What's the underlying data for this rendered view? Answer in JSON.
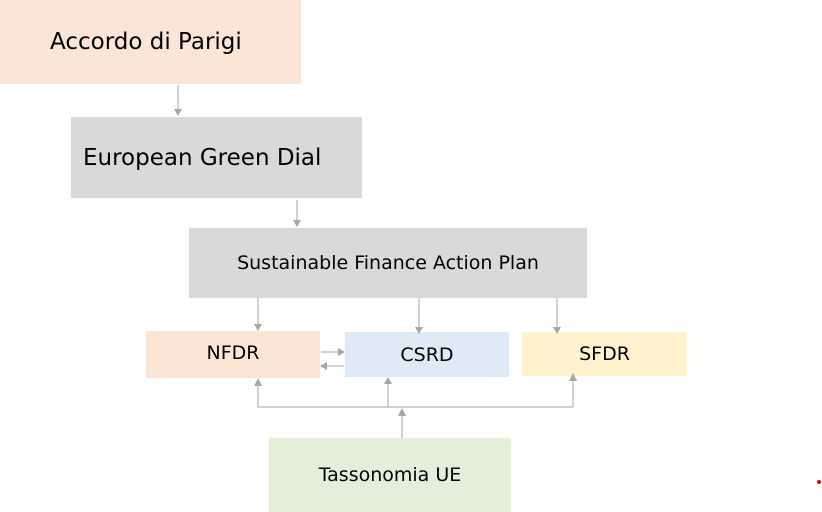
{
  "nodes": {
    "accordo": {
      "label": "Accordo di Parigi",
      "color": "#FBE5D6"
    },
    "egd": {
      "label": "European Green Dial",
      "color": "#D9D9D9"
    },
    "sfap": {
      "label": "Sustainable Finance Action Plan",
      "color": "#D9D9D9"
    },
    "nfdr": {
      "label": "NFDR",
      "color": "#FBE5D6"
    },
    "csrd": {
      "label": "CSRD",
      "color": "#DEEBF7"
    },
    "sfdr": {
      "label": "SFDR",
      "color": "#FFF2CC"
    },
    "tassonomia": {
      "label": "Tassonomia UE",
      "color": "#E2F0D9"
    }
  },
  "edges": [
    {
      "from": "accordo",
      "to": "egd"
    },
    {
      "from": "egd",
      "to": "sfap"
    },
    {
      "from": "sfap",
      "to": "nfdr"
    },
    {
      "from": "sfap",
      "to": "csrd"
    },
    {
      "from": "sfap",
      "to": "sfdr"
    },
    {
      "from": "nfdr",
      "to": "csrd"
    },
    {
      "from": "csrd",
      "to": "nfdr"
    },
    {
      "from": "tassonomia",
      "to": "nfdr"
    },
    {
      "from": "tassonomia",
      "to": "csrd"
    },
    {
      "from": "tassonomia",
      "to": "sfdr"
    }
  ],
  "colors": {
    "connector": "#A6A6A6",
    "dot": "#E00000"
  }
}
